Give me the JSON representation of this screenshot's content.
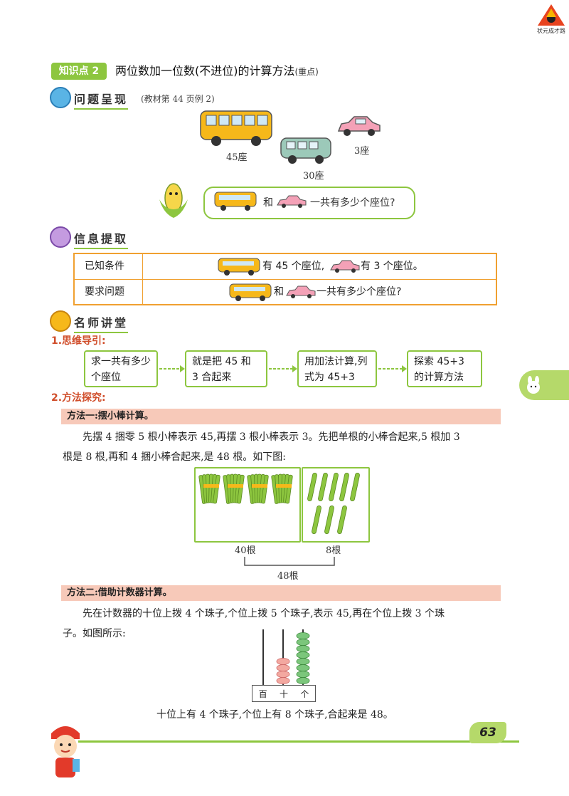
{
  "header": {
    "badge": "知识点 2",
    "title": "两位数加一位数(不进位)的计算方法",
    "title_note": "(重点)",
    "logo_text": "状元成才路"
  },
  "problem": {
    "heading": "问题呈现",
    "ref": "(教材第 44 页例 2)",
    "bus_caption": "45座",
    "van_caption": "30座",
    "car_caption": "3座",
    "bubble_and": "和",
    "bubble_question": "一共有多少个座位?"
  },
  "info": {
    "heading": "信息提取",
    "rows": [
      {
        "label": "已知条件",
        "part1": "有 45 个座位,",
        "part2": "有 3 个座位。"
      },
      {
        "label": "要求问题",
        "part1": "和",
        "part2": "一共有多少个座位?"
      }
    ]
  },
  "teacher": {
    "heading": "名师讲堂",
    "step1": "1.思维导引:",
    "flow": [
      "求一共有多少个座位",
      "就是把 45 和 3 合起来",
      "用加法计算,列式为 45+3",
      "探索 45+3 的计算方法"
    ],
    "step2": "2.方法探究:"
  },
  "method1": {
    "title": "方法一:摆小棒计算。",
    "line1": "先摆 4 捆零 5 根小棒表示 45,再摆 3 根小棒表示 3。先把单根的小棒合起来,5 根加 3",
    "line2": "根是 8 根,再和 4 捆小棒合起来,是 48 根。如下图:",
    "label_tens": "40根",
    "label_ones": "8根",
    "label_total": "48根"
  },
  "method2": {
    "title": "方法二:借助计数器计算。",
    "line1": "先在计数器的十位上拨 4 个珠子,个位上拨 5 个珠子,表示 45,再在个位上拨 3 个珠",
    "line2": "子。如图所示:",
    "abacus_labels": [
      "百",
      "十",
      "个"
    ],
    "tens_beads": 4,
    "ones_beads": 8,
    "conclusion": "十位上有 4 个珠子,个位上有 8 个珠子,合起来是 48。"
  },
  "footer": {
    "page_number": "63"
  },
  "colors": {
    "green": "#8dc63f",
    "orange": "#f0a030",
    "salmon": "#f7c9b9",
    "bead_pink": "#f3a8a0",
    "bead_green": "#7bc67b"
  }
}
